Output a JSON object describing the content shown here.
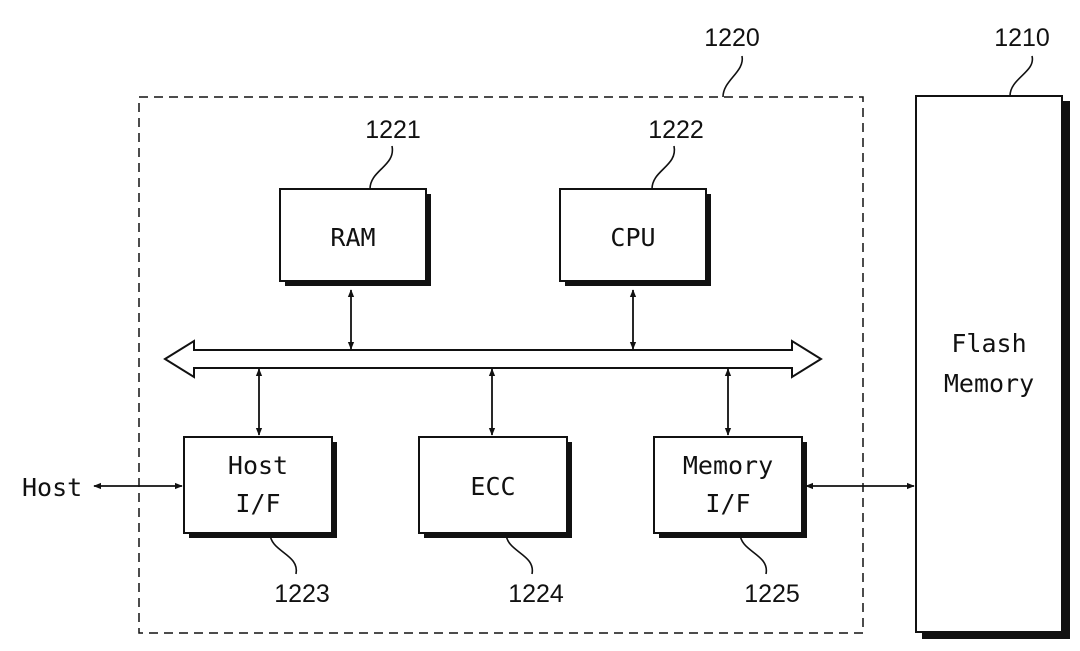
{
  "refs": {
    "controller": "1220",
    "flash": "1210",
    "ram": "1221",
    "cpu": "1222",
    "host_if": "1223",
    "ecc": "1224",
    "memory_if": "1225"
  },
  "blocks": {
    "ram": [
      "RAM"
    ],
    "cpu": [
      "CPU"
    ],
    "host_if": [
      "Host",
      "I/F"
    ],
    "ecc": [
      "ECC"
    ],
    "memory_if": [
      "Memory",
      "I/F"
    ],
    "flash": [
      "Flash",
      "Memory"
    ]
  },
  "external": {
    "host": "Host"
  },
  "colors": {
    "ink": "#111111",
    "background": "#ffffff"
  }
}
